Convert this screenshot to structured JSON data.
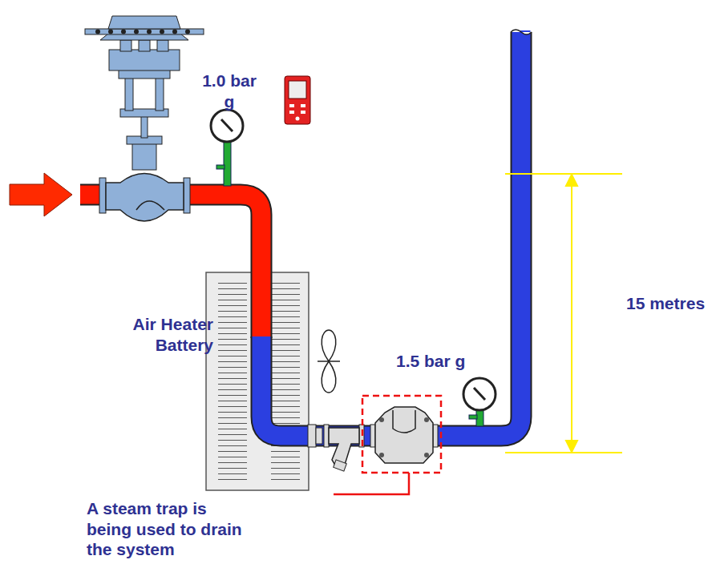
{
  "diagram": {
    "labels": [
      "1.0 bar g",
      "Air Heater Battery",
      "1.5 bar g",
      "15 metres",
      "A steam trap is being used to drain the system"
    ]
  }
}
